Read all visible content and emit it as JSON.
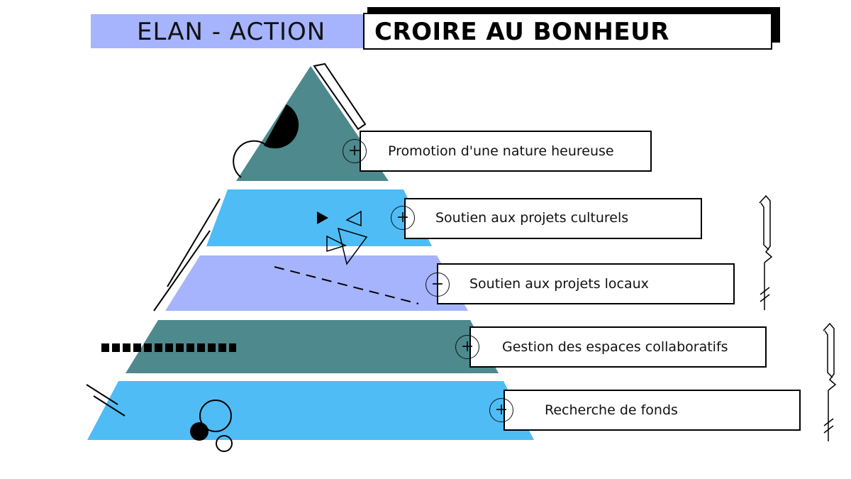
{
  "header": {
    "left_title": "ELAN - ACTION",
    "right_title": "CROIRE AU BONHEUR"
  },
  "colors": {
    "teal": "#4d898d",
    "sky": "#4fbcf5",
    "lavender": "#a5b4fc",
    "ink": "#000000"
  },
  "pyramid": {
    "levels": [
      {
        "label": "Promotion d'une nature heureuse",
        "icon": "plus-circle-icon",
        "color": "teal"
      },
      {
        "label": "Soutien aux projets culturels",
        "icon": "plus-circle-icon",
        "color": "sky"
      },
      {
        "label": "Soutien aux projets locaux",
        "icon": "plus-circle-icon",
        "color": "lavender"
      },
      {
        "label": "Gestion des espaces collaboratifs",
        "icon": "plus-circle-icon",
        "color": "teal"
      },
      {
        "label": "Recherche de fonds",
        "icon": "plus-circle-icon",
        "color": "sky"
      }
    ],
    "plus_symbol": "+"
  }
}
